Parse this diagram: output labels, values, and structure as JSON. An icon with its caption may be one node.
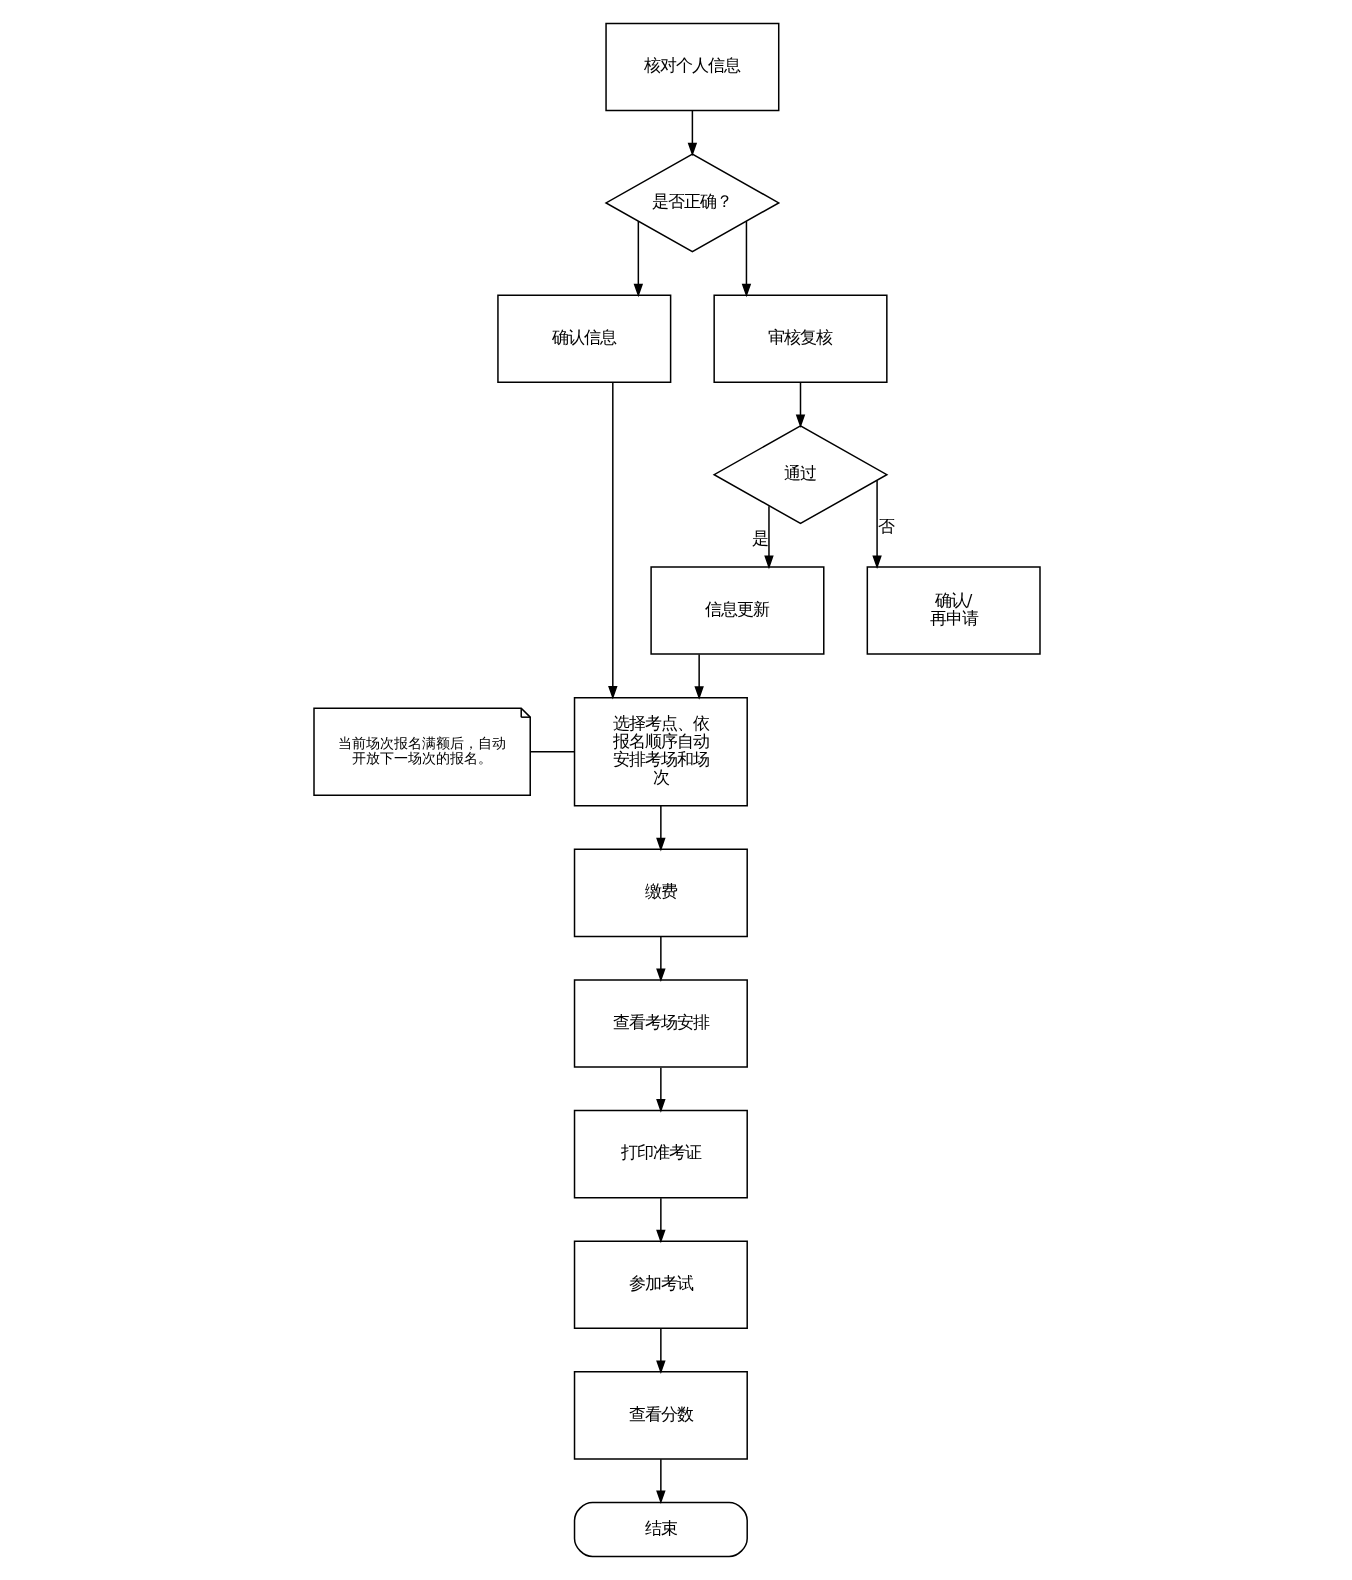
{
  "diagram": {
    "nodes": [
      {
        "text": [
          "核对个人信息"
        ]
      },
      {
        "text": [
          "是否正确？"
        ]
      },
      {
        "text": [
          "确认信息"
        ]
      },
      {
        "text": [
          "审核复核"
        ]
      },
      {
        "text": [
          "通过"
        ]
      },
      {
        "text": [
          "信息更新"
        ]
      },
      {
        "text": [
          "确认/再申请"
        ]
      },
      {
        "text": [
          "当前场次报名满额后，自动开放下一场次的报名。"
        ]
      },
      {
        "text": [
          "选择考点、依报名顺序自动安排考场和场次"
        ]
      },
      {
        "text": [
          "缴费"
        ]
      },
      {
        "text": [
          "查看考场安排"
        ]
      },
      {
        "text": [
          "打印准考证"
        ]
      },
      {
        "text": [
          "参加考试"
        ]
      },
      {
        "text": [
          "查看分数"
        ]
      },
      {
        "text": [
          "结束"
        ]
      }
    ],
    "edges": [
      {
        "from": 0,
        "to": 1,
        "arrow": "to"
      },
      {
        "from": 1,
        "to": 2,
        "arrow": "to"
      },
      {
        "from": 1,
        "to": 3,
        "arrow": "to"
      },
      {
        "from": 3,
        "to": 4,
        "arrow": "to"
      },
      {
        "from": 4,
        "to": 5,
        "label": "是",
        "arrow": "to"
      },
      {
        "from": 4,
        "to": 6,
        "label": "否",
        "arrow": "to"
      },
      {
        "from": 2,
        "to": 8,
        "arrow": "to"
      },
      {
        "from": 5,
        "to": 8,
        "arrow": "to"
      },
      {
        "from": 7,
        "to": 8,
        "arrow": "none"
      },
      {
        "from": 8,
        "to": 9,
        "arrow": "to"
      },
      {
        "from": 9,
        "to": 10,
        "arrow": "to"
      },
      {
        "from": 10,
        "to": 11,
        "arrow": "to"
      },
      {
        "from": 11,
        "to": 12,
        "arrow": "to"
      },
      {
        "from": 12,
        "to": 13,
        "arrow": "to"
      },
      {
        "from": 13,
        "to": 14,
        "arrow": "to"
      }
    ]
  }
}
